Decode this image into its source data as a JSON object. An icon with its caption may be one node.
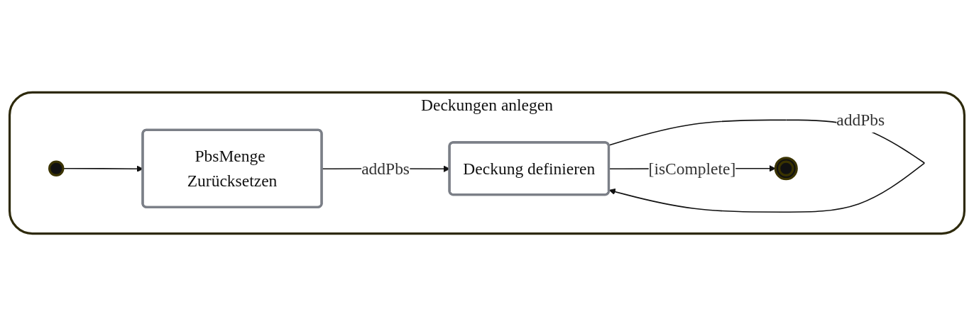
{
  "diagram": {
    "nodes": [
      {
        "text": [
          "Deckungen anlegen"
        ]
      },
      {
        "text": [],
        "shape": "circle",
        "in": 0
      },
      {
        "text": [
          "PbsMenge Zurücksetzen"
        ],
        "in": 0
      },
      {
        "text": [
          "Deckung definieren"
        ],
        "in": 0
      },
      {
        "text": [],
        "shape": "circle",
        "in": 0
      }
    ],
    "edges": [
      {
        "from": 1,
        "to": 2,
        "arrow": "to"
      },
      {
        "from": 2,
        "to": 3,
        "arrow": "to",
        "label": "addPbs"
      },
      {
        "from": 3,
        "to": 3,
        "arrow": "to",
        "label": "addPbs"
      },
      {
        "from": 3,
        "to": 4,
        "arrow": "to",
        "label": "[isComplete]"
      }
    ]
  }
}
